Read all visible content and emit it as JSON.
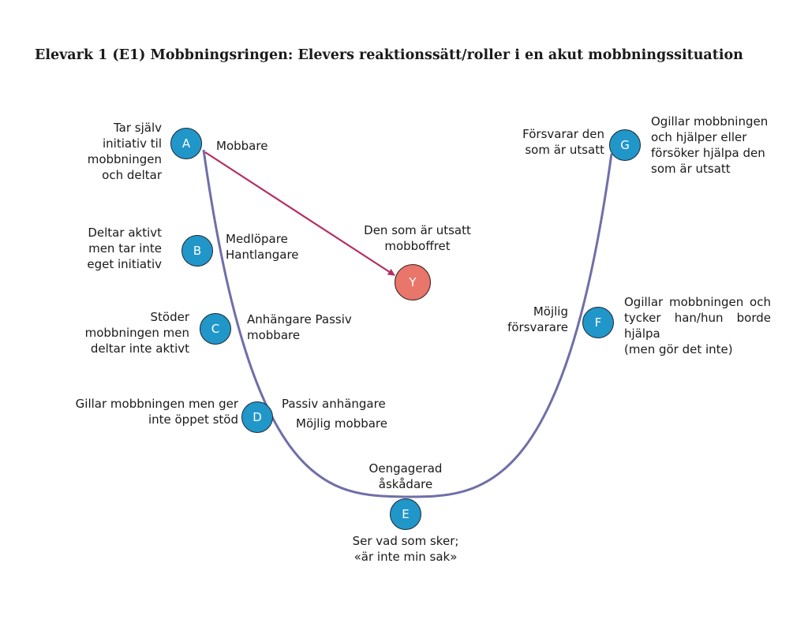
{
  "title": "Elevark 1 (E1) Mobbningsringen: Elevers reaktionssätt/roller i en akut mobbningssituation",
  "colors": {
    "node": "#2196c9",
    "victim": "#e8766a",
    "curve": "#6f6fa8",
    "arrow": "#b52d62"
  },
  "nodes": {
    "a": {
      "letter": "A",
      "desc": "Tar själv\ninitiativ til\nmobbningen\noch deltar",
      "role": "Mobbare"
    },
    "b": {
      "letter": "B",
      "desc": "Deltar aktivt\nmen tar inte\neget initiativ",
      "role": "Medlöpare\nHantlangare"
    },
    "c": {
      "letter": "C",
      "desc": "Stöder\nmobbningen men\ndeltar inte aktivt",
      "role": "Anhängare Passiv\nmobbare"
    },
    "d": {
      "letter": "D",
      "desc": "Gillar mobbningen men ger\ninte öppet stöd",
      "role1": "Passiv anhängare",
      "role2": "Möjlig mobbare"
    },
    "e": {
      "letter": "E",
      "role": "Oengagerad\nåskådare",
      "desc": "Ser vad som sker;\n«är inte min sak»"
    },
    "f": {
      "letter": "F",
      "role": "Möjlig\nförsvarare",
      "desc": "Ogillar mobbningen och tycker han/hun borde hjälpa\n(men gör det inte)"
    },
    "g": {
      "letter": "G",
      "role": "Försvarar den\nsom är utsatt",
      "desc": "Ogillar mobbningen\noch hjälper eller\nförsöker hjälpa den\nsom är utsatt"
    },
    "y": {
      "letter": "Y",
      "label": "Den som är utsatt\nmobboffret"
    }
  }
}
